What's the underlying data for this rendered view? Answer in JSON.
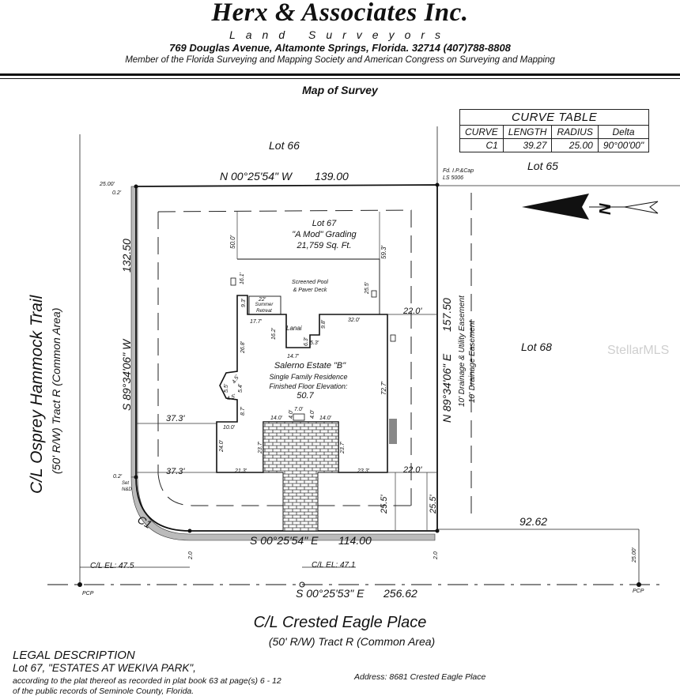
{
  "header": {
    "firm_name": "Herx & Associates Inc.",
    "subtitle": "Land Surveyors",
    "address": "769 Douglas Avenue, Altamonte Springs, Florida. 32714 (407)788-8808",
    "membership": "Member of the Florida Surveying and Mapping Society and American Congress on Surveying and Mapping"
  },
  "map_title": "Map of Survey",
  "curve_table": {
    "title": "CURVE TABLE",
    "columns": [
      "CURVE",
      "LENGTH",
      "RADIUS",
      "Delta"
    ],
    "rows": [
      [
        "C1",
        "39.27",
        "25.00",
        "90°00'00\""
      ]
    ]
  },
  "lots": {
    "north": "Lot 66",
    "northeast": "Lot 65",
    "east": "Lot 68",
    "subject": {
      "name": "Lot 67",
      "grading": "\"A Mod\" Grading",
      "area": "21,759 Sq. Ft."
    }
  },
  "boundary": {
    "north_bearing": "N 00°25'54\" W",
    "north_distance": "139.00",
    "west_bearing": "S 89°34'06\" W",
    "west_distance": "132.50",
    "east_bearing": "N 89°34'06\" E",
    "east_distance": "157.50",
    "south_bearing": "S 00°25'54\" E",
    "south_distance": "114.00",
    "curve_label": "C1",
    "extension_distance": "92.62",
    "found_monument": [
      "Fd. I.P.&Cap",
      "LS 5006"
    ],
    "set_monument": [
      "Set",
      "N&D"
    ],
    "offset_25": "25.00'",
    "offset_02": "0.2'",
    "offset_02b": "0.2'"
  },
  "easements": {
    "drainage_utility": "10' Drainage & Utility Easement",
    "drainage": "10' Drainage Easement"
  },
  "residence": {
    "name": "Salerno Estate \"B\"",
    "type": "Single Family Residence",
    "ffe_label": "Finished Floor Elevation:",
    "ffe_value": "50.7",
    "pool": [
      "Screened Pool",
      "& Paver Deck"
    ],
    "summer": [
      "Summer",
      "Retreat"
    ],
    "lanai": "Lanai"
  },
  "dimensions": {
    "d50_0": "50.0'",
    "d59_3": "59.3'",
    "d16_1": "16.1'",
    "d25_5_pool": "25.5'",
    "d22_0_top": "22.0'",
    "d22_0_bottom": "22.0'",
    "d9_3": "9.3'",
    "d22": "22'",
    "d17_7": "17.7'",
    "d16_2": "16.2'",
    "d9_8": "9.8'",
    "d32_0": "32.0'",
    "d6_3": "6.3'",
    "d5_3": "5.3'",
    "d14_7": "14.7'",
    "d26_8": "26.8'",
    "d4_5a": "4.5'",
    "d5_5": "5.5'",
    "d5_4": "5.4'",
    "d4_5b": "4.5'",
    "d8_7": "8.7'",
    "d37_3_top": "37.3'",
    "d37_3_bottom": "37.3'",
    "d72_7": "72.7'",
    "d10_0": "10.0'",
    "d24_0": "24.0'",
    "d23_7a": "23.7'",
    "d23_7b": "23.7'",
    "d14_0a": "14.0'",
    "d14_0b": "14.0'",
    "d7_0": "7.0'",
    "d4_0a": "4.0'",
    "d4_0b": "4.0'",
    "d21_3": "21.3'",
    "d23_3": "23.3'",
    "d25_5_left": "25.5'",
    "d25_5_right": "25.5'",
    "d2_0a": "2.0",
    "d2_0b": "2.0",
    "d25_00_right": "25.00'"
  },
  "road": {
    "name": "C/L Crested Eagle Place",
    "row": "(50' R/W) Tract R (Common Area)",
    "bearing": "S 00°25'53\" E",
    "distance": "256.62",
    "cl_el_left": "C/L EL:  47.5",
    "cl_el_mid": "C/L EL:  47.1",
    "pcp_left": "PCP",
    "pcp_right": "PCP"
  },
  "side_road": {
    "name": "C/L Osprey Hammock Trail",
    "row": "(50' R/W) Tract R (Common Area)"
  },
  "legal": {
    "heading": "LEGAL DESCRIPTION",
    "lot": "Lot 67, \"ESTATES AT WEKIVA PARK\",",
    "plat_line1": "according to the plat thereof as recorded in plat book 63 at page(s) 6 - 12",
    "plat_line2": "of the public records of Seminole County, Florida."
  },
  "address": "Address: 8681 Crested Eagle Place",
  "north_arrow_label": "N",
  "watermark": "StellarMLS"
}
